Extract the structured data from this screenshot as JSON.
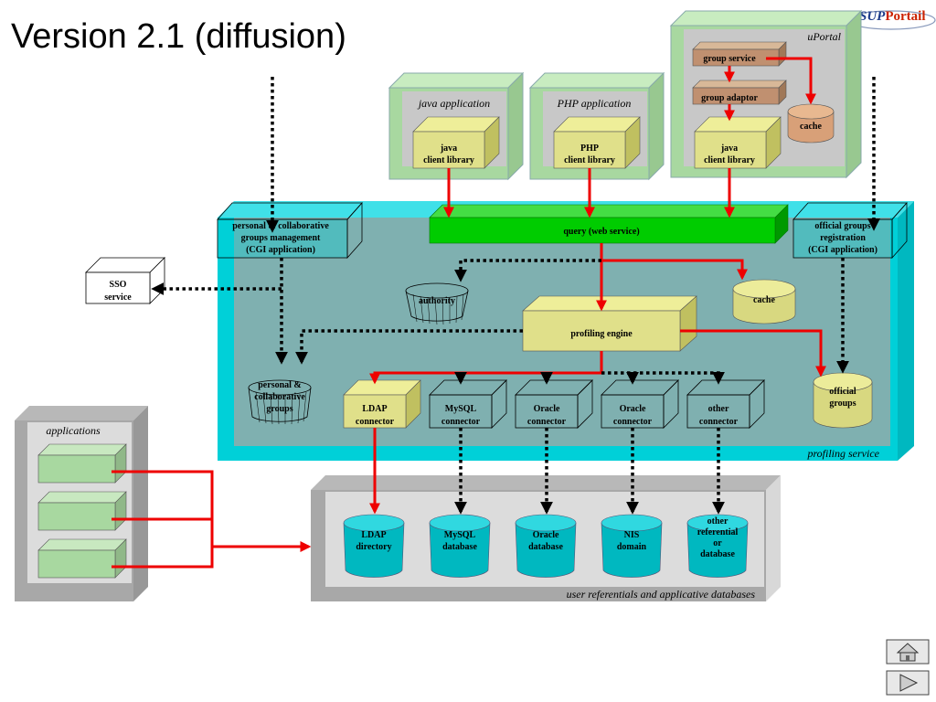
{
  "title": "Version 2.1 (diffusion)",
  "logo": {
    "prefix": "ESUP",
    "suffix": "Portail"
  },
  "boxes": {
    "uportal": "uPortal",
    "java_application": "java application",
    "php_application": "PHP application",
    "applications": "applications",
    "profiling_service": "profiling service",
    "referentials": "user referentials and applicative databases"
  },
  "nodes": {
    "group_service": "group service",
    "group_adaptor": "group adaptor",
    "uportal_cache": "cache",
    "uportal_java_lib": [
      "java",
      "client library"
    ],
    "java_lib": [
      "java",
      "client library"
    ],
    "php_lib": [
      "PHP",
      "client library"
    ],
    "query": "query (web service)",
    "personal_mgmt": [
      "personal & collaborative",
      "groups management",
      "(CGI application)"
    ],
    "official_registration": [
      "official groups",
      "registration",
      "(CGI application)"
    ],
    "sso": [
      "SSO",
      "service"
    ],
    "authority": "authority",
    "cache": "cache",
    "profiling_engine": "profiling engine",
    "personal_groups": [
      "personal &",
      "collaborative",
      "groups"
    ],
    "official_groups": [
      "official",
      "groups"
    ],
    "ldap_connector": [
      "LDAP",
      "connector"
    ],
    "mysql_connector": [
      "MySQL",
      "connector"
    ],
    "oracle_connector_1": [
      "Oracle",
      "connector"
    ],
    "oracle_connector_2": [
      "Oracle",
      "connector"
    ],
    "other_connector": [
      "other",
      "connector"
    ],
    "ldap_directory": [
      "LDAP",
      "directory"
    ],
    "mysql_database": [
      "MySQL",
      "database"
    ],
    "oracle_database": [
      "Oracle",
      "database"
    ],
    "nis_domain": [
      "NIS",
      "domain"
    ],
    "other_db": [
      "other",
      "referential",
      "or",
      "database"
    ]
  },
  "nav": {
    "home": "home-icon",
    "next": "play-icon"
  },
  "colors": {
    "green_box": "#a8d8a0",
    "teal_panel": "#7fb0b0",
    "cyan_frame": "#00d0d8",
    "bright_green": "#00cc00",
    "khaki": "#e0e08a",
    "brown": "#c09070",
    "arrow_red": "#ee0000",
    "cylinder_cyan": "#00ccd4"
  }
}
